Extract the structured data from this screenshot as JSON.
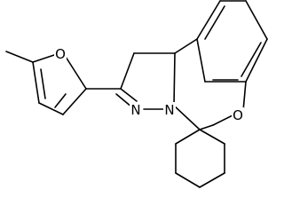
{
  "molecule": {
    "atoms": [
      {
        "id": "furan-O",
        "label": "O"
      },
      {
        "id": "pyrazole-N2",
        "label": "N"
      },
      {
        "id": "pyrazole-N1",
        "label": "N"
      },
      {
        "id": "oxazine-O",
        "label": "O"
      }
    ]
  }
}
